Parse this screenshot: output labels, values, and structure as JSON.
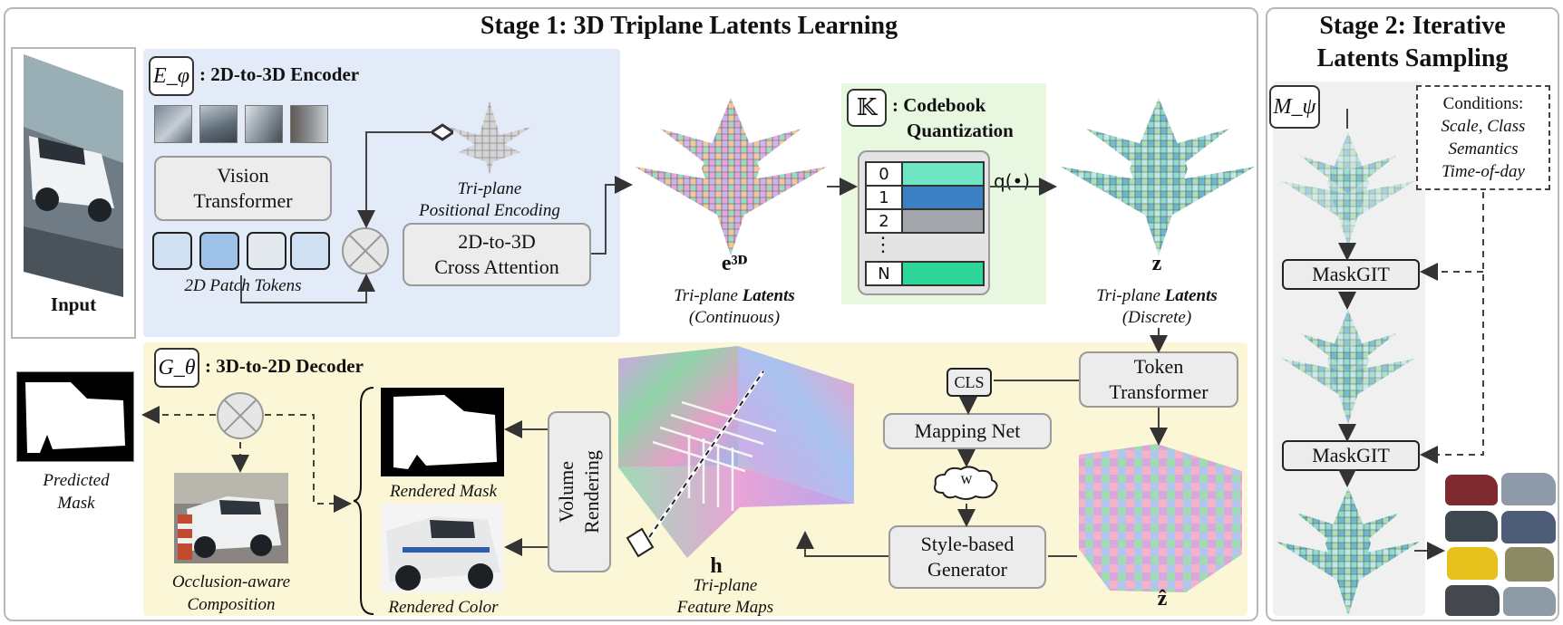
{
  "stage1": {
    "title": "Stage 1: 3D Triplane Latents Learning"
  },
  "stage2": {
    "title_line1": "Stage 2: Iterative",
    "title_line2": "Latents Sampling"
  },
  "input": {
    "label": "Input"
  },
  "encoder": {
    "symbol": "E_φ",
    "title": ": 2D-to-3D Encoder",
    "vit_line1": "Vision",
    "vit_line2": "Transformer",
    "patch_tokens_label": "2D Patch Tokens",
    "pos_enc_line1": "Tri-plane",
    "pos_enc_line2": "Positional Encoding",
    "cross_attn_line1": "2D-to-3D",
    "cross_attn_line2": "Cross Attention"
  },
  "latents_continuous": {
    "symbol": "e³ᴰ",
    "line1_a": "Tri-plane ",
    "line1_b": "Latents",
    "line2": "(Continuous)"
  },
  "codebook": {
    "symbol": "𝕂",
    "title_line1": ": Codebook",
    "title_line2": "Quantization",
    "rows": [
      "0",
      "1",
      "2",
      "N"
    ],
    "ellipsis": "⋮",
    "q_label": "q(•)"
  },
  "latents_discrete": {
    "symbol": "z",
    "line1_a": "Tri-plane ",
    "line1_b": "Latents",
    "line2": "(Discrete)"
  },
  "decoder": {
    "symbol": "G_θ",
    "title": ": 3D-to-2D Decoder",
    "predicted_mask_line1": "Predicted",
    "predicted_mask_line2": "Mask",
    "occlusion_line1": "Occlusion-aware",
    "occlusion_line2": "Composition",
    "rendered_mask": "Rendered Mask",
    "rendered_color": "Rendered Color",
    "volume_rendering_line1": "Volume",
    "volume_rendering_line2": "Rendering",
    "feature_symbol": "h",
    "feature_line1": "Tri-plane",
    "feature_line2": "Feature Maps",
    "cls": "CLS",
    "mapping_net": "Mapping Net",
    "w": "w",
    "generator_line1": "Style-based",
    "generator_line2": "Generator",
    "token_transformer_line1": "Token",
    "token_transformer_line2": "Transformer",
    "zhat_symbol": "ẑ"
  },
  "sampling": {
    "symbol": "M_ψ",
    "conditions_title": "Conditions:",
    "conditions_line1": "Scale, Class",
    "conditions_line2": "Semantics",
    "conditions_line3": "Time-of-day",
    "maskgit_1": "MaskGIT",
    "maskgit_2": "MaskGIT"
  },
  "colors": {
    "encoder_bg": "#e3eaf8",
    "decoder_bg": "#fbf6d6",
    "codebook_bg": "#e8f8e0",
    "stage2_bg": "#f0f0f0",
    "codebook_teal": "#6fe6c3",
    "codebook_blue": "#3b7fc4",
    "codebook_gray": "#a3a6aa",
    "codebook_green": "#2fd69a"
  }
}
